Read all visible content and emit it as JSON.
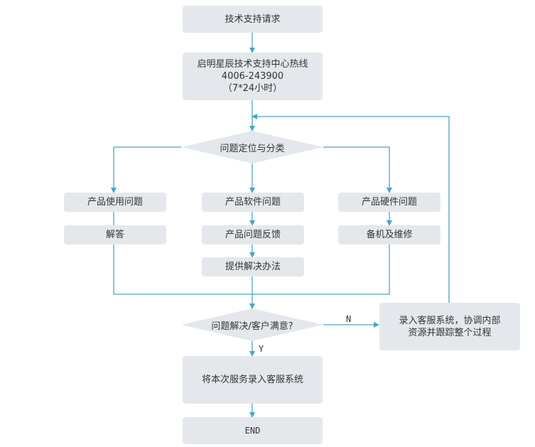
{
  "nodes": {
    "request": "技术支持请求",
    "hotline": {
      "line1": "启明星辰技术支持中心热线",
      "line2": "4006-243900",
      "line3": "（7*24小时）"
    },
    "classify": "问题定位与分类",
    "usage": "产品使用问题",
    "answer": "解答",
    "software": "产品软件问题",
    "feedback": "产品问题反馈",
    "solution": "提供解决办法",
    "hardware": "产品硬件问题",
    "repair": "备机及维修",
    "resolved": "问题解决/客户满意?",
    "record_log": {
      "line1": "录入客服系统，协调内部",
      "line2": "资源并跟踪整个过程"
    },
    "record_service": "将本次服务录入客服系统",
    "end": "END"
  },
  "edge_labels": {
    "no": "N",
    "yes": "Y"
  },
  "colors": {
    "node_fill": "#e4e8ec",
    "arrow": "#4ba3c7",
    "text": "#333333"
  }
}
